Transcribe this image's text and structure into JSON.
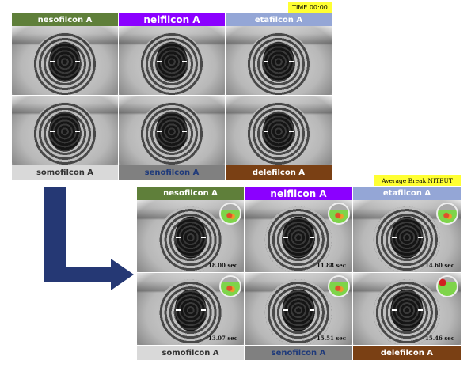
{
  "top_panel": {
    "time_badge": "TIME 00:00",
    "headers": [
      {
        "label": "nesofilcon A",
        "color": "#5f7f3a"
      },
      {
        "label": "nelfilcon A",
        "color": "#8b00ff"
      },
      {
        "label": "etafilcon A",
        "color": "#94a6d6"
      }
    ],
    "footers": [
      {
        "label": "somofilcon A",
        "color": "#d9d9d9",
        "text_color": "#333333"
      },
      {
        "label": "senofilcon A",
        "color": "#808080",
        "text_color": "#1f3a7a"
      },
      {
        "label": "delefilcon A",
        "color": "#7a4014",
        "text_color": "#ffffff"
      }
    ]
  },
  "bottom_panel": {
    "badge": "Average Break NITBUT",
    "headers": [
      {
        "label": "nesofilcon A"
      },
      {
        "label": "nelfilcon A"
      },
      {
        "label": "etafilcon A"
      }
    ],
    "times": [
      "18.00 sec",
      "11.88 sec",
      "14.60 sec",
      "13.07 sec",
      "15.51 sec",
      "15.46 sec"
    ],
    "footers": [
      {
        "label": "somofilcon A"
      },
      {
        "label": "senofilcon A"
      },
      {
        "label": "delefilcon A"
      }
    ]
  },
  "colors": {
    "arrow": "#253874",
    "badge": "#ffff33"
  }
}
